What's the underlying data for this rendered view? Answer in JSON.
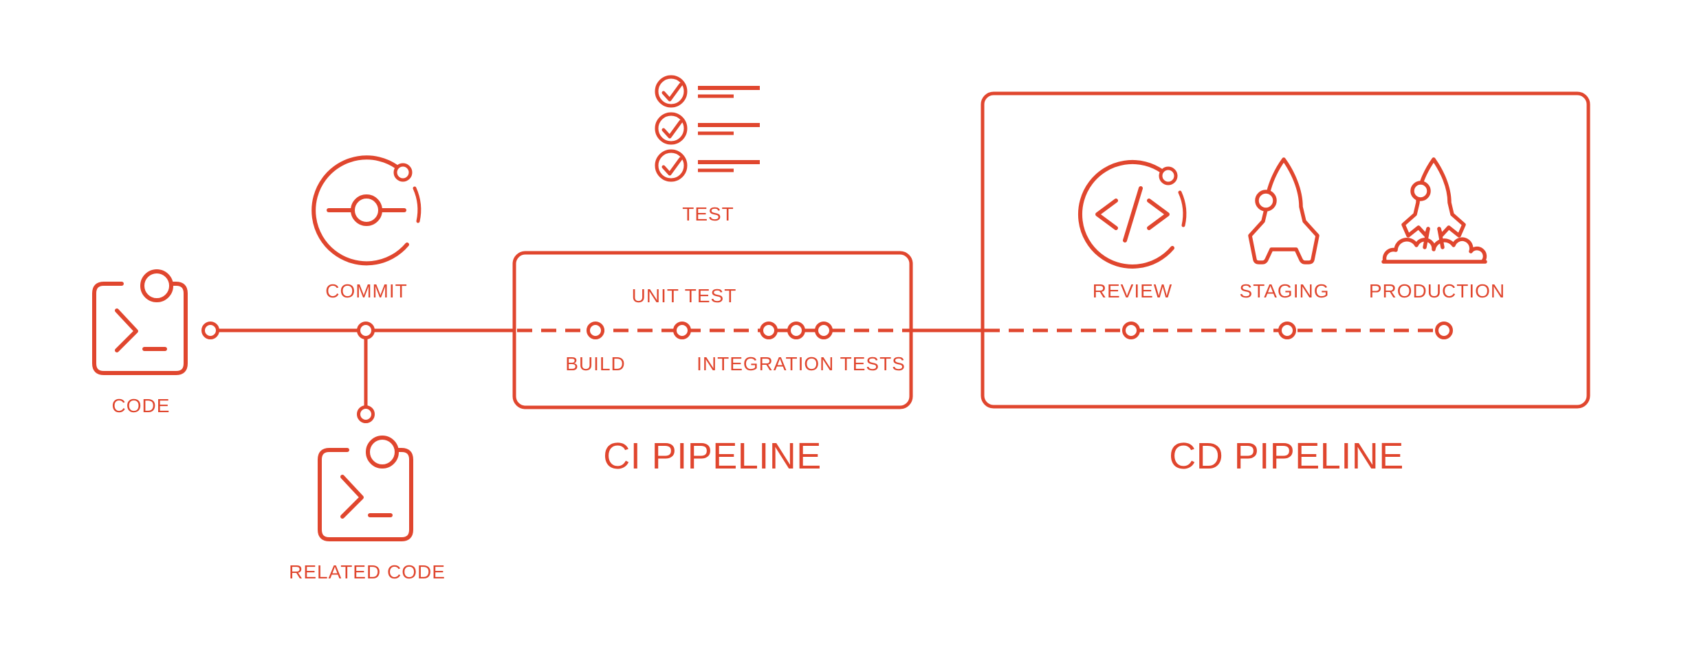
{
  "palette": {
    "accent": "#E0462E",
    "background": "#FFFFFF",
    "node_fill": "#FFFFFF"
  },
  "workflow": {
    "code": {
      "label": "CODE",
      "icon": "terminal-window-icon"
    },
    "commit": {
      "label": "COMMIT",
      "icon": "git-commit-icon"
    },
    "related_code": {
      "label": "RELATED CODE",
      "icon": "terminal-window-icon"
    },
    "test": {
      "label": "TEST",
      "icon": "checklist-icon"
    }
  },
  "ci_pipeline": {
    "title": "CI PIPELINE",
    "build_label": "BUILD",
    "unit_test_label": "UNIT TEST",
    "integration_tests_label": "INTEGRATION TESTS",
    "node_count": 5,
    "line_style": "dashed"
  },
  "cd_pipeline": {
    "title": "CD PIPELINE",
    "review_label": "REVIEW",
    "staging_label": "STAGING",
    "production_label": "PRODUCTION",
    "review_icon": "code-review-icon",
    "staging_icon": "rocket-icon",
    "production_icon": "rocket-launch-icon",
    "node_count": 3,
    "line_style": "dashed"
  }
}
